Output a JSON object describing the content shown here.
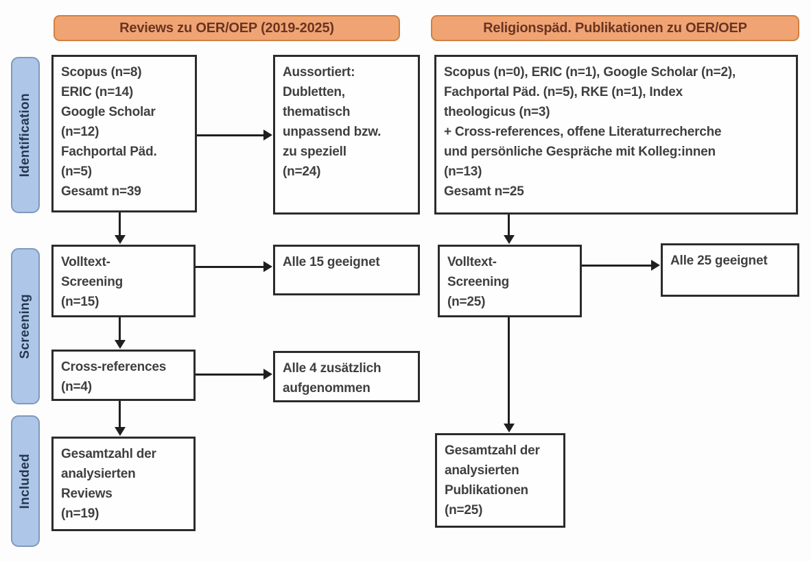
{
  "columns": {
    "left_header": "Reviews zu OER/OEP (2019-2025)",
    "right_header": "Religionspäd. Publikationen zu OER/OEP"
  },
  "stages": {
    "identification": "Identification",
    "screening": "Screening",
    "included": "Included"
  },
  "boxes": {
    "sources_reviews": {
      "lines": [
        "Scopus (n=8)",
        "ERIC (n=14)",
        "Google Scholar",
        "(n=12)",
        "Fachportal Päd.",
        "(n=5)",
        "Gesamt n=39"
      ]
    },
    "aussortiert": {
      "lines": [
        "Aussortiert:",
        "Dubletten,",
        "thematisch",
        "unpassend bzw.",
        "zu speziell",
        "(n=24)"
      ]
    },
    "volltext_screening_reviews": {
      "lines": [
        "Volltext-",
        "Screening",
        "(n=15)"
      ]
    },
    "alle_15_geeignet": {
      "lines": [
        "Alle 15 geeignet"
      ]
    },
    "cross_references": {
      "lines": [
        "Cross-references",
        "(n=4)"
      ]
    },
    "alle_4_zusaetzlich": {
      "lines": [
        "Alle 4 zusätzlich",
        "aufgenommen"
      ]
    },
    "gesamtzahl_reviews": {
      "lines": [
        "Gesamtzahl der",
        "analysierten",
        "Reviews",
        "(n=19)"
      ]
    },
    "sources_religionspaed": {
      "lines": [
        "Scopus (n=0), ERIC (n=1), Google Scholar (n=2),",
        "Fachportal Päd. (n=5), RKE (n=1), Index",
        "theologicus (n=3)",
        "+ Cross-references, offene Literaturrecherche",
        "und persönliche Gespräche mit Kolleg:innen",
        "(n=13)",
        "Gesamt n=25"
      ]
    },
    "volltext_screening_publikationen": {
      "lines": [
        "Volltext-",
        "Screening",
        "(n=25)"
      ]
    },
    "alle_25_geeignet": {
      "lines": [
        "Alle 25 geeignet"
      ]
    },
    "gesamtzahl_publikationen": {
      "lines": [
        "Gesamtzahl der",
        "analysierten",
        "Publikationen",
        "(n=25)"
      ]
    }
  },
  "colors": {
    "header_fill": "#f0a474",
    "header_border": "#d0803f",
    "header_text": "#6b3420",
    "stage_fill": "#aec6e8",
    "stage_border": "#7f98bd",
    "stage_text": "#253750",
    "box_border": "#2b2b2b",
    "box_text": "#3f3f3f",
    "arrow": "#1f1f1f"
  }
}
